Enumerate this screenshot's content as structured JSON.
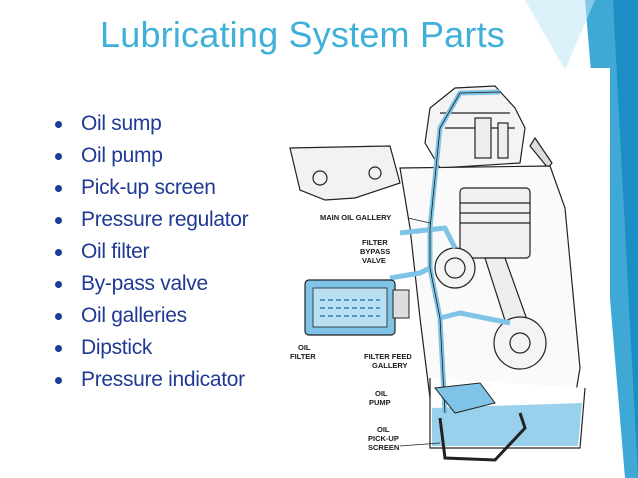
{
  "slide": {
    "title": "Lubricating System Parts",
    "accent_color": "#3fb0d8",
    "text_color": "#1f3a93",
    "bullets": [
      "Oil sump",
      "Oil pump",
      "Pick-up screen",
      "Pressure regulator",
      "Oil filter",
      "By-pass valve",
      "Oil galleries",
      "Dipstick",
      "Pressure indicator"
    ]
  },
  "diagram": {
    "labels": {
      "main_oil_gallery": "MAIN OIL GALLERY",
      "filter_bypass_1": "FILTER",
      "filter_bypass_2": "BYPASS",
      "filter_bypass_3": "VALVE",
      "oil_filter_1": "OIL",
      "oil_filter_2": "FILTER",
      "filter_feed_1": "FILTER FEED",
      "filter_feed_2": "GALLERY",
      "oil_pump_1": "OIL",
      "oil_pump_2": "PUMP",
      "pickup_1": "OIL",
      "pickup_2": "PICK-UP",
      "pickup_3": "SCREEN"
    },
    "oil_color": "#7fc4e6"
  }
}
